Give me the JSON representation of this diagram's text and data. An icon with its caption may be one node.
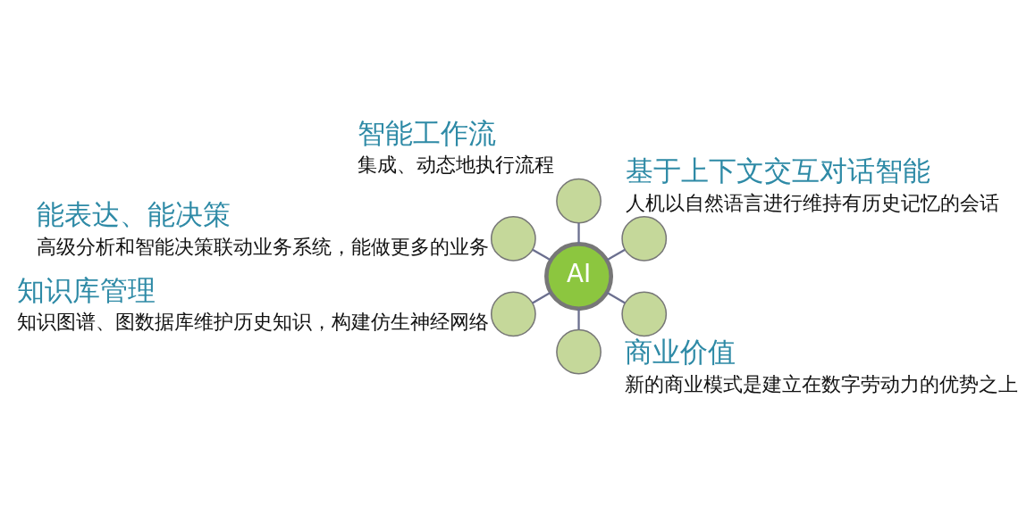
{
  "diagram": {
    "nodes": [
      {
        "text": [
          "AI"
        ]
      },
      {
        "text": [],
        "shape": "circle",
        "beside": [
          "基于上下文交互对话智能",
          "人机以自然语言进行维持有历史记忆的会话"
        ]
      },
      {
        "text": [],
        "shape": "circle",
        "beside": [
          "智能工作流",
          "集成、动态地执行流程"
        ]
      },
      {
        "text": [],
        "shape": "circle",
        "beside": [
          "能表达、能决策",
          "高级分析和智能决策联动业务系统，能做更多的业务"
        ]
      },
      {
        "text": [],
        "shape": "circle",
        "beside": [
          "知识库管理",
          "知识图谱、图数据库维护历史知识，构建仿生神经网络"
        ]
      },
      {
        "text": [],
        "shape": "circle"
      },
      {
        "text": [],
        "shape": "circle",
        "beside": [
          "商业价值",
          "新的商业模式是建立在数字劳动力的优势之上"
        ]
      }
    ],
    "edges": [
      {
        "from": 0,
        "to": 1,
        "arrow": "none"
      },
      {
        "from": 0,
        "to": 2,
        "arrow": "none"
      },
      {
        "from": 0,
        "to": 3,
        "arrow": "none"
      },
      {
        "from": 0,
        "to": 4,
        "arrow": "none"
      },
      {
        "from": 0,
        "to": 5,
        "arrow": "none"
      },
      {
        "from": 0,
        "to": 6,
        "arrow": "none"
      }
    ]
  }
}
